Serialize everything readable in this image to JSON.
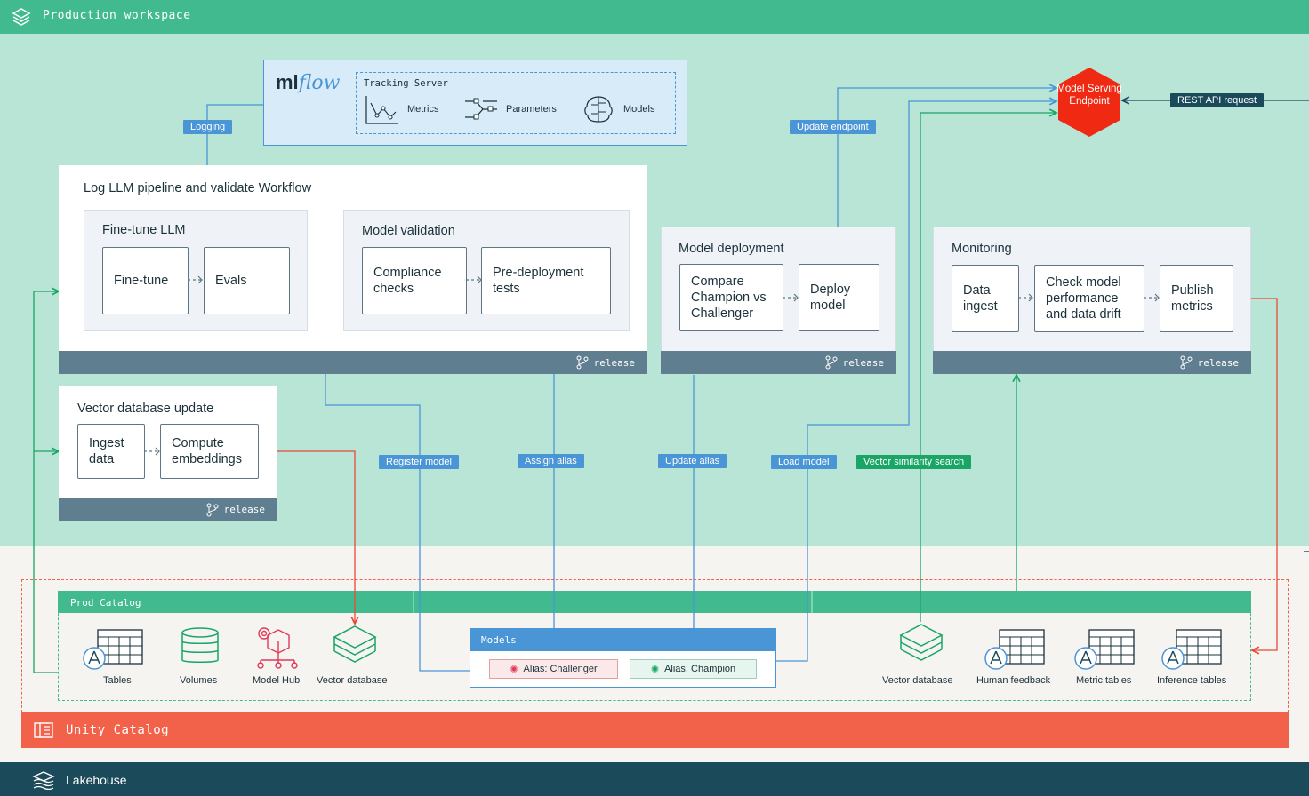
{
  "workspace": {
    "title": "Production workspace"
  },
  "mlflow": {
    "logo_ml": "ml",
    "logo_flow": "flow",
    "tracking_server": "Tracking Server",
    "items": [
      {
        "label": "Metrics"
      },
      {
        "label": "Parameters"
      },
      {
        "label": "Models"
      }
    ]
  },
  "llm_workflow": {
    "title": "Log LLM pipeline and validate Workflow",
    "finetune": {
      "title": "Fine-tune LLM",
      "steps": [
        "Fine-tune",
        "Evals"
      ]
    },
    "validation": {
      "title": "Model validation",
      "steps": [
        "Compliance checks",
        "Pre-deployment tests"
      ]
    },
    "release": "release"
  },
  "vector_update": {
    "title": "Vector database update",
    "steps": [
      "Ingest data",
      "Compute embeddings"
    ],
    "release": "release"
  },
  "deployment": {
    "title": "Model deployment",
    "steps": [
      "Compare Champion vs Challenger",
      "Deploy model"
    ],
    "release": "release"
  },
  "monitoring": {
    "title": "Monitoring",
    "steps": [
      "Data ingest",
      "Check model performance and data drift",
      "Publish metrics"
    ],
    "release": "release"
  },
  "serving": {
    "label": "Model Serving Endpoint"
  },
  "labels": {
    "logging": "Logging",
    "update_endpoint": "Update endpoint",
    "rest_api": "REST API request",
    "register_model": "Register model",
    "assign_alias": "Assign alias",
    "update_alias": "Update alias",
    "load_model": "Load model",
    "vector_search": "Vector similarity search"
  },
  "catalog": {
    "title": "Prod Catalog",
    "left_items": [
      {
        "label": "Tables"
      },
      {
        "label": "Volumes"
      },
      {
        "label": "Model Hub"
      },
      {
        "label": "Vector database"
      }
    ],
    "models": {
      "title": "Models",
      "challenger": "Alias: Challenger",
      "champion": "Alias: Champion"
    },
    "right_items": [
      {
        "label": "Vector database"
      },
      {
        "label": "Human feedback"
      },
      {
        "label": "Metric tables"
      },
      {
        "label": "Inference tables"
      }
    ]
  },
  "unity": {
    "title": "Unity Catalog"
  },
  "lakehouse": {
    "title": "Lakehouse"
  },
  "colors": {
    "green": "#42ba8f",
    "blue": "#4a95d6",
    "red": "#f2624b",
    "navy": "#1b4a5a",
    "slate": "#5f7e8f"
  }
}
